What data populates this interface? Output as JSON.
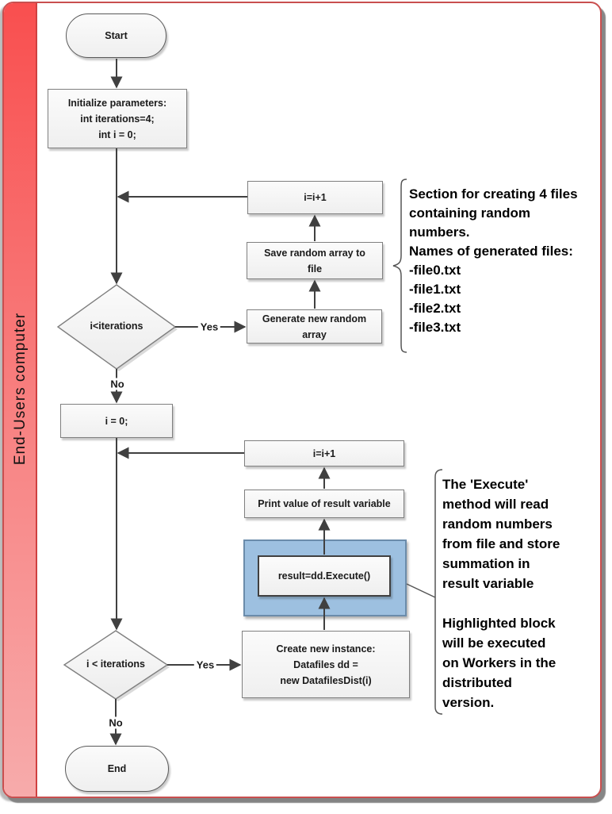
{
  "frame": {
    "sidebar_label": "End-Users computer"
  },
  "colors": {
    "frame_border": "#c94f4f",
    "sidebar_top": "#f94f4f",
    "sidebar_bottom": "#f7abab",
    "highlight_fill": "#9dc0e0",
    "highlight_border": "#6b8cab",
    "arrow": "#404040"
  },
  "flowchart": {
    "start": "Start",
    "init": "Initialize parameters:\nint iterations=4;\nint i = 0;",
    "loop1_increment": "i=i+1",
    "loop1_save": "Save random array to\nfile",
    "loop1_generate": "Generate new random\narray",
    "decision1": "i<iterations",
    "decision1_yes": "Yes",
    "decision1_no": "No",
    "reset": "i = 0;",
    "loop2_increment": "i=i+1",
    "loop2_print": "Print value of result variable",
    "loop2_execute": "result=dd.Execute()",
    "loop2_create": "Create new instance:\nDatafiles dd =\nnew DatafilesDist(i)",
    "decision2": "i < iterations",
    "decision2_yes": "Yes",
    "decision2_no": "No",
    "end": "End"
  },
  "annotations": {
    "files_note": "Section for creating 4 files\ncontaining random\nnumbers.\nNames of generated files:\n-file0.txt\n-file1.txt\n-file2.txt\n-file3.txt",
    "execute_note": "The 'Execute'\nmethod will read\nrandom numbers\nfrom file and store\nsummation in\nresult variable\n\nHighlighted block\nwill be executed\non Workers in the\ndistributed\nversion."
  }
}
